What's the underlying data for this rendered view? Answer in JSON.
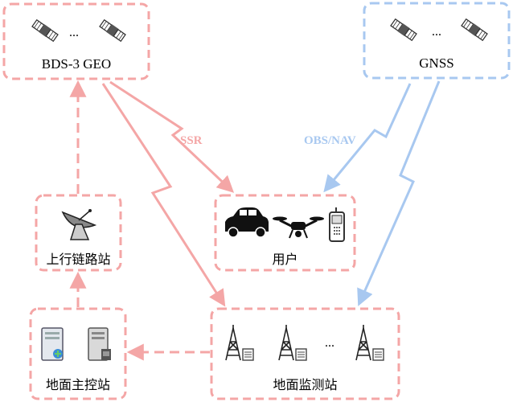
{
  "nodes": {
    "bds_geo": {
      "label": "BDS-3 GEO",
      "ellipsis": "..."
    },
    "gnss": {
      "label": "GNSS",
      "ellipsis": "..."
    },
    "user": {
      "label": "用户"
    },
    "uplink": {
      "label": "上行链路站"
    },
    "master": {
      "label": "地面主控站"
    },
    "monitor": {
      "label": "地面监测站",
      "ellipsis": "..."
    }
  },
  "links": {
    "ssr": {
      "label": "SSR",
      "color": "#F4A6A6"
    },
    "obs_nav": {
      "label": "OBS/NAV",
      "color": "#A8C8F0"
    }
  },
  "colors": {
    "pink": "#F4A6A6",
    "blue": "#A8C8F0",
    "icon": "#333333"
  }
}
